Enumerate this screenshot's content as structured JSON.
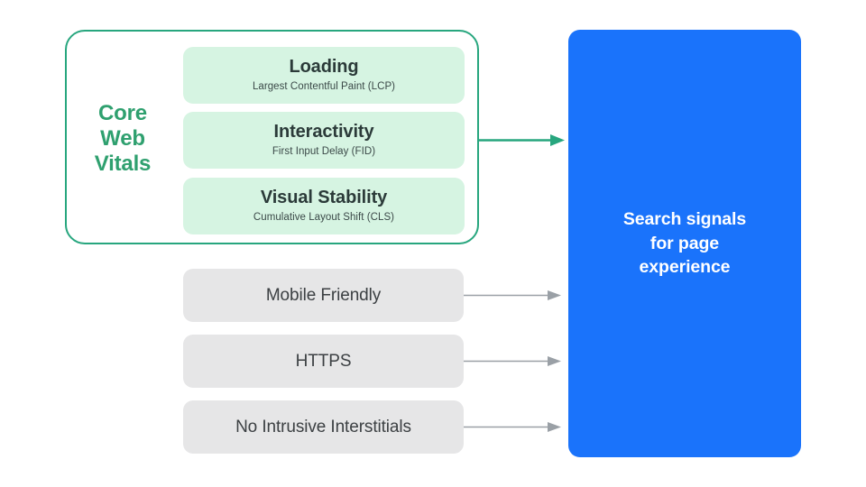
{
  "diagram": {
    "title": "Search signals for page experience",
    "colors": {
      "core_web_vitals_border": "#27a67e",
      "core_web_vitals_label": "#2fa06f",
      "vital_card_bg": "#d6f4e2",
      "vital_text": "#2b3a39",
      "signal_box_bg": "#e6e6e7",
      "signal_text": "#3c4043",
      "outcome_bg": "#1a73fb",
      "outcome_text": "#ffffff",
      "green_arrow": "#27a67e",
      "gray_arrow": "#9aa0a6",
      "background": "#ffffff"
    }
  },
  "core_web_vitals": {
    "group_label_lines": [
      "Core",
      "Web",
      "Vitals"
    ],
    "cards": [
      {
        "title": "Loading",
        "subtitle": "Largest Contentful Paint (LCP)",
        "metric_abbr": "LCP"
      },
      {
        "title": "Interactivity",
        "subtitle": "First Input Delay (FID)",
        "metric_abbr": "FID"
      },
      {
        "title": "Visual Stability",
        "subtitle": "Cumulative Layout Shift (CLS)",
        "metric_abbr": "CLS"
      }
    ]
  },
  "other_signals": [
    {
      "label": "Mobile Friendly"
    },
    {
      "label": "HTTPS"
    },
    {
      "label": "No Intrusive Interstitials"
    }
  ],
  "outcome": {
    "lines": [
      "Search signals",
      "for page",
      "experience"
    ]
  },
  "connectors": [
    {
      "name": "core-web-vitals-to-outcome",
      "style": "thick-green"
    },
    {
      "name": "mobile-friendly-to-outcome",
      "style": "thin-gray"
    },
    {
      "name": "https-to-outcome",
      "style": "thin-gray"
    },
    {
      "name": "no-intrusive-interstitials-to-outcome",
      "style": "thin-gray"
    }
  ]
}
